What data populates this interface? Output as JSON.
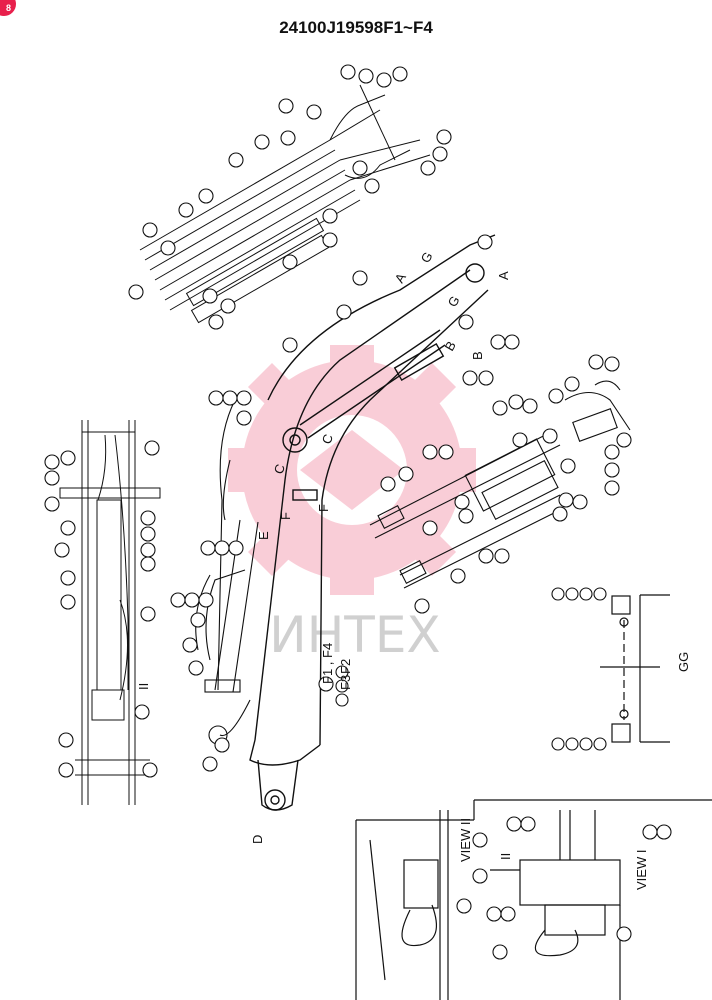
{
  "title": "24100J19598F1~F4",
  "watermark": {
    "text": "ИНТЕХ",
    "color": "#e8204c"
  },
  "badge": {
    "text": "8",
    "color": "#e8204c"
  },
  "section_labels": {
    "A_left": "A",
    "A_right": "A",
    "G_left": "G",
    "G_right": "G",
    "B_left": "B",
    "B_right": "B",
    "C_left": "C",
    "C_right": "C",
    "E": "E",
    "F_left": "F",
    "F_right": "F",
    "D": "D",
    "II_arrow": "II",
    "II_view": "II"
  },
  "view_labels": {
    "view_ii": "VIEW II",
    "view_i": "VIEW I",
    "gg": "GG"
  },
  "variant_labels": [
    "F1 , F4",
    "F2",
    "F3"
  ]
}
